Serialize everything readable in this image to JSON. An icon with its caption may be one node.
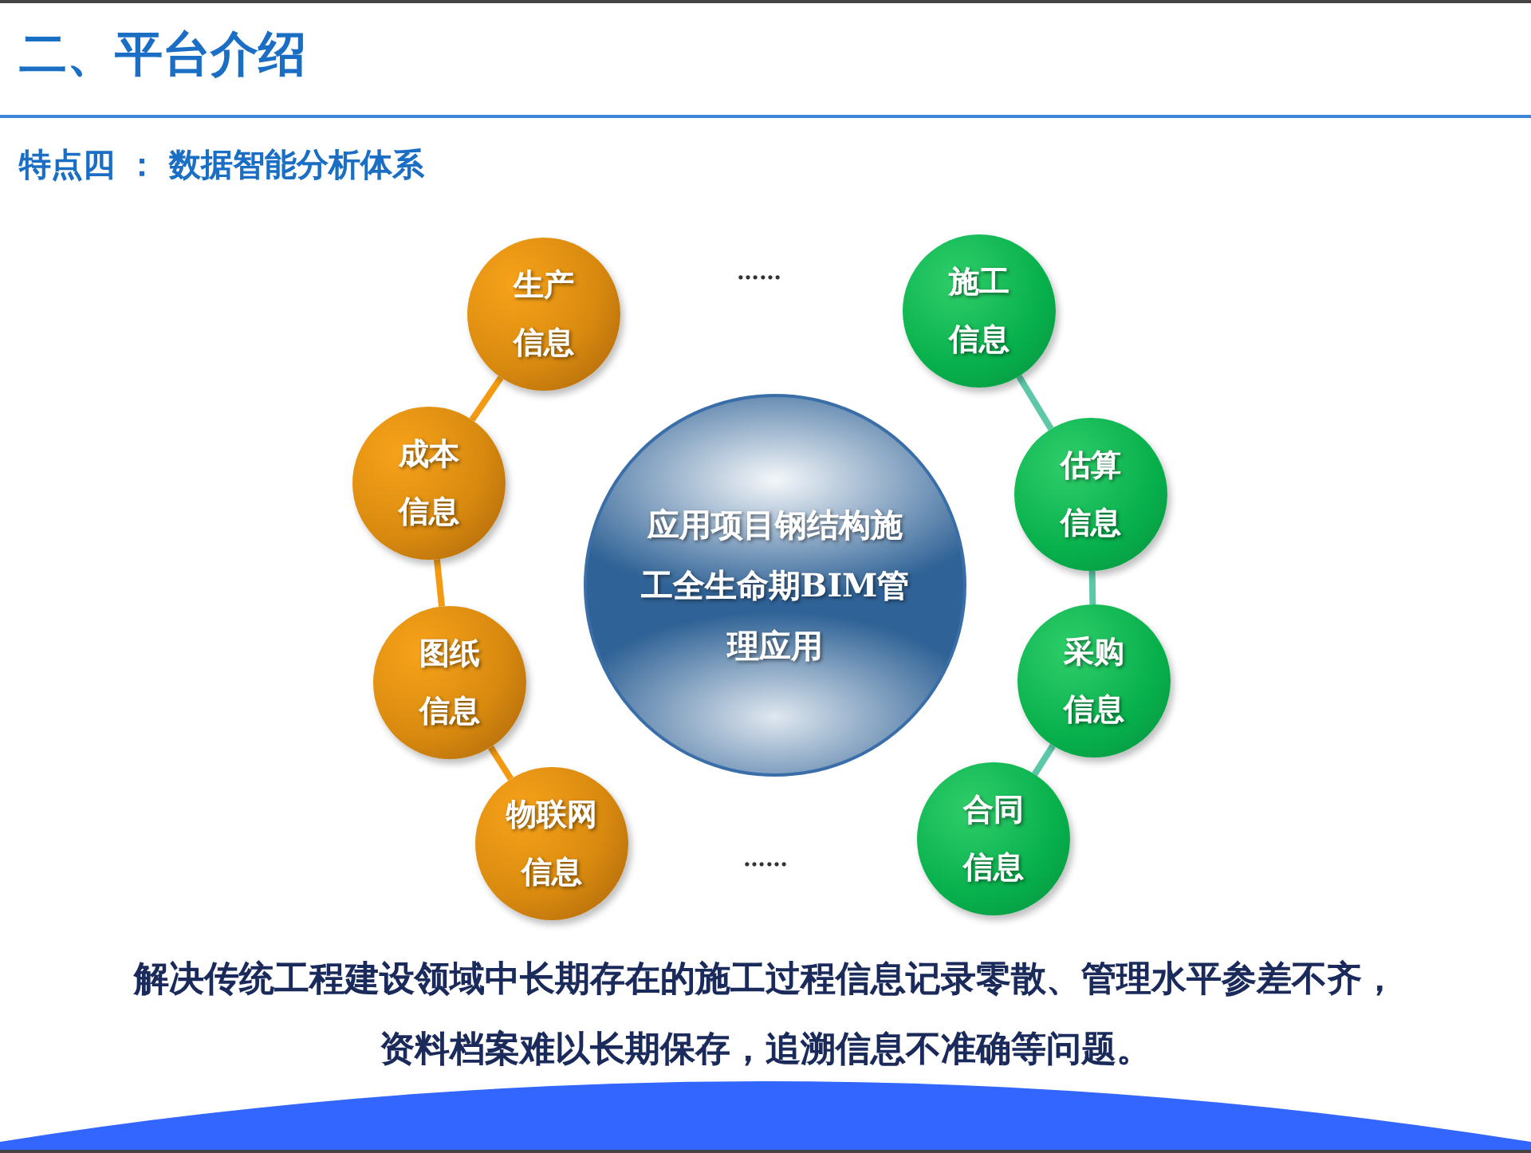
{
  "diagram": {
    "title": "二、平台介绍",
    "nodes": [
      {
        "text": [
          "应用项目钢结构施工全生命期BIM管理应用"
        ]
      },
      {
        "text": [
          "生产信息"
        ]
      },
      {
        "text": [
          "成本信息"
        ]
      },
      {
        "text": [
          "图纸信息"
        ]
      },
      {
        "text": [
          "物联网信息"
        ]
      },
      {
        "text": [
          "施工信息"
        ]
      },
      {
        "text": [
          "估算信息"
        ]
      },
      {
        "text": [
          "采购信息"
        ]
      },
      {
        "text": [
          "合同信息"
        ]
      }
    ],
    "edges": [
      {
        "from": 1,
        "to": 2,
        "arrow": "none",
        "color": "#f39a12"
      },
      {
        "from": 2,
        "to": 3,
        "arrow": "none",
        "color": "#f39a12"
      },
      {
        "from": 3,
        "to": 4,
        "arrow": "none",
        "color": "#f39a12"
      },
      {
        "from": 5,
        "to": 6,
        "arrow": "none",
        "color": "#5cc8a8"
      },
      {
        "from": 6,
        "to": 7,
        "arrow": "none",
        "color": "#5cc8a8"
      },
      {
        "from": 7,
        "to": 8,
        "arrow": "none",
        "color": "#5cc8a8"
      }
    ],
    "labels": [
      "特点四 ： 数据智能分析体系",
      "……",
      "……",
      "解决传统工程建设领域中长期存在的施工过程信息记录零散、管理水平参差不齐，资料档案难以长期保存，追溯信息不准确等问题。"
    ]
  }
}
